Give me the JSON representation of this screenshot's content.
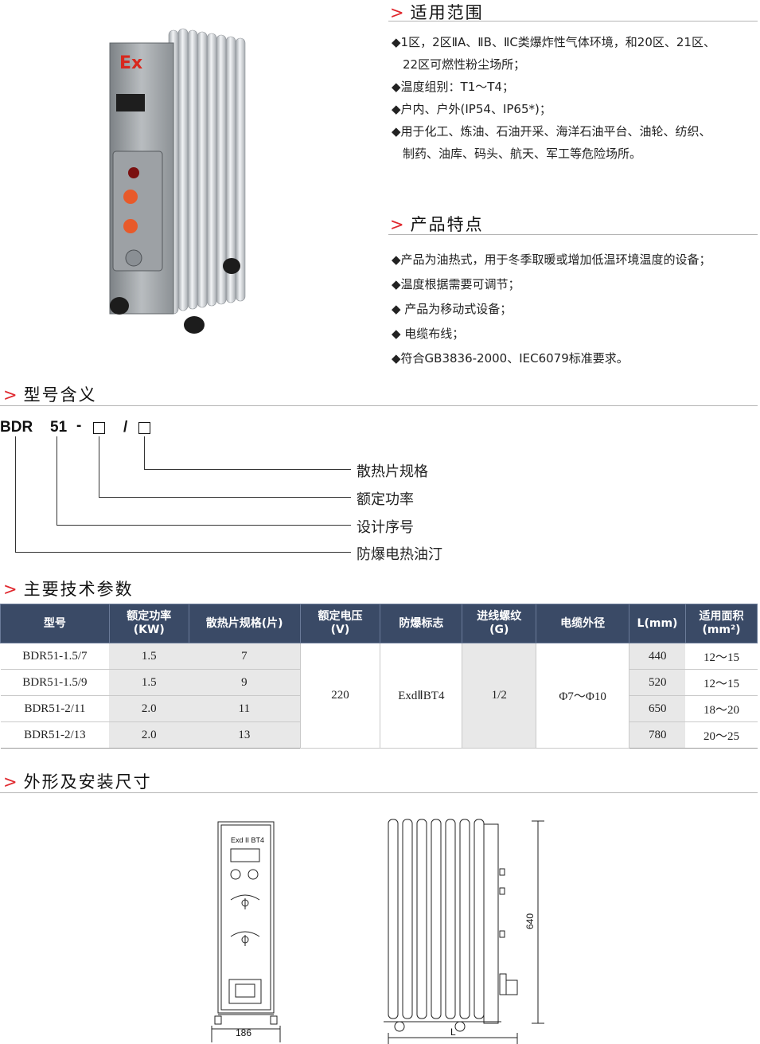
{
  "sections": {
    "scope": {
      "arrow": ">",
      "title": "适用范围"
    },
    "features": {
      "arrow": ">",
      "title": "产品特点"
    },
    "model": {
      "arrow": ">",
      "title": "型号含义"
    },
    "tech": {
      "arrow": ">",
      "title": "主要技术参数"
    },
    "dims": {
      "arrow": ">",
      "title": "外形及安装尺寸"
    }
  },
  "scope_lines": [
    "◆1区，2区ⅡA、ⅡB、ⅡC类爆炸性气体环境，和20区、21区、",
    "22区可燃性粉尘场所；",
    "◆温度组别：T1～T4；",
    "◆户内、户外(IP54、IP65*)；",
    "◆用于化工、炼油、石油开采、海洋石油平台、油轮、纺织、",
    "制药、油库、码头、航天、军工等危险场所。"
  ],
  "feature_lines": [
    "◆产品为油热式，用于冬季取暖或增加低温环境温度的设备；",
    "◆温度根据需要可调节；",
    "◆ 产品为移动式设备；",
    "◆ 电缆布线；",
    "◆符合GB3836-2000、IEC6079标准要求。"
  ],
  "model_code": {
    "prefix": "BDR",
    "series": "51",
    "dash": "-",
    "slash": "/"
  },
  "model_labels": [
    "散热片规格",
    "额定功率",
    "设计序号",
    "防爆电热油汀"
  ],
  "product_photo": {
    "logo": "Ex"
  },
  "table": {
    "headers": [
      {
        "l1": "型号",
        "l2": ""
      },
      {
        "l1": "额定功率",
        "l2": "(KW)"
      },
      {
        "l1": "散热片规格(片)",
        "l2": ""
      },
      {
        "l1": "额定电压",
        "l2": "(V)"
      },
      {
        "l1": "防爆标志",
        "l2": ""
      },
      {
        "l1": "进线螺纹",
        "l2": "(G)"
      },
      {
        "l1": "电缆外径",
        "l2": ""
      },
      {
        "l1": "L(mm)",
        "l2": ""
      },
      {
        "l1": "适用面积",
        "l2": "(mm²)"
      }
    ],
    "rows": [
      {
        "model": "BDR51-1.5/7",
        "power": "1.5",
        "fins": "7",
        "L": "440",
        "area": "12～15"
      },
      {
        "model": "BDR51-1.5/9",
        "power": "1.5",
        "fins": "9",
        "L": "520",
        "area": "12～15"
      },
      {
        "model": "BDR51-2/11",
        "power": "2.0",
        "fins": "11",
        "L": "650",
        "area": "18～20"
      },
      {
        "model": "BDR51-2/13",
        "power": "2.0",
        "fins": "13",
        "L": "780",
        "area": "20～25"
      }
    ],
    "merged": {
      "voltage": "220",
      "ex_mark": "ExdⅡBT4",
      "thread": "1/2",
      "cable": "Φ7～Φ10"
    }
  },
  "drawing": {
    "panel_mark": "Exd II BT4",
    "width_label": "186",
    "height_label": "640",
    "length_label": "L"
  },
  "colors": {
    "accent": "#e0282e",
    "table_header": "#3a4a66",
    "table_shade": "#e8e8e8"
  }
}
